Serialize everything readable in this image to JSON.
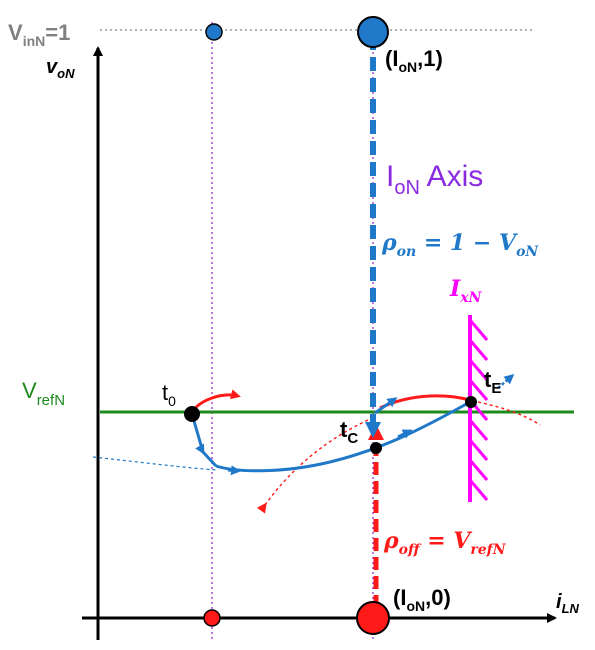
{
  "labels": {
    "vin_n_main": "V",
    "vin_n_sub": "inN",
    "vin_n_value": "=1",
    "von_axis_main": "v",
    "von_axis_sub": "oN",
    "iln_axis_main": "i",
    "iln_axis_sub": "LN",
    "vref_main": "V",
    "vref_sub": "refN",
    "ion_one_open": "(I",
    "ion_one_sub": "oN",
    "ion_one_close": ",1)",
    "ion_zero_open": "(I",
    "ion_zero_sub": "oN",
    "ion_zero_close": ",0)",
    "ion_axis_main": "I",
    "ion_axis_sub": "oN",
    "ion_axis_word": " Axis",
    "rho_on_main": "ρ",
    "rho_on_sub": "on",
    "rho_on_rhs": " = 1 − V",
    "rho_on_rhs_sub": "oN",
    "rho_off_main": "ρ",
    "rho_off_sub": "off",
    "rho_off_rhs": " = V",
    "rho_off_rhs_sub": "refN",
    "ixn_main": "I",
    "ixn_sub": "xN",
    "t0_main": "t",
    "t0_sub": "0",
    "tc_main": "t",
    "tc_sub": "C",
    "te_main": "t",
    "te_sub": "E"
  },
  "colors": {
    "axis": "#000000",
    "vref_line": "#1e8a1e",
    "on_blue": "#1f78c8",
    "off_red": "#ff1a1a",
    "ion_axis_purple": "#8a2be2",
    "ixn_magenta": "#ff00ff",
    "grey_text": "#808080",
    "dotted_purple": "#9b30d0"
  }
}
